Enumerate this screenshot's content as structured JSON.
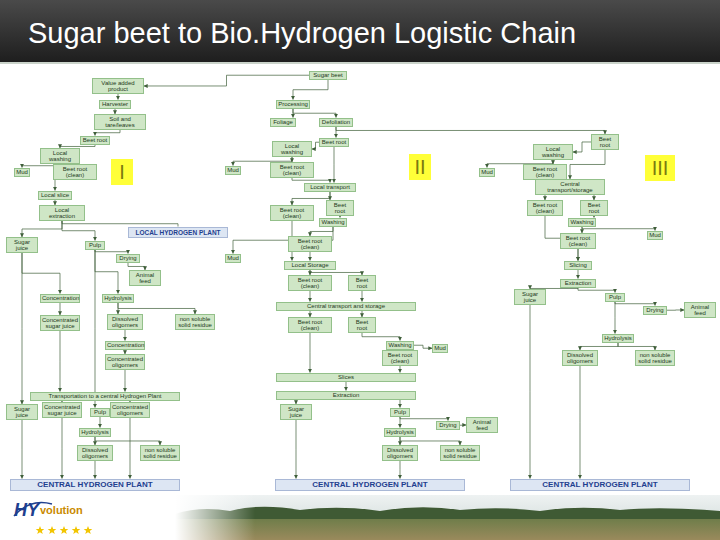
{
  "diagram": {
    "title": "Sugar beet to Bio.Hydrogen Logistic Chain",
    "nodes": [
      {
        "text": [
          "Sugar beet"
        ]
      },
      {
        "text": [
          "Value added product"
        ]
      },
      {
        "text": [
          "Harvester"
        ]
      },
      {
        "text": [
          "Processing"
        ]
      },
      {
        "text": [
          "Soil and tare/leaves"
        ]
      },
      {
        "text": [
          "Foliage"
        ]
      },
      {
        "text": [
          "Defoliation"
        ]
      },
      {
        "text": [
          "Beet root"
        ]
      },
      {
        "text": [
          "Local washing"
        ]
      },
      {
        "text": [
          "Mud"
        ]
      },
      {
        "text": [
          "Beet root (clean)"
        ]
      },
      {
        "text": [
          "Local slice"
        ]
      },
      {
        "text": [
          "Local extraction"
        ]
      },
      {
        "text": [
          "LOCAL HYDROGEN PLANT"
        ]
      },
      {
        "text": [
          "Sugar juice"
        ]
      },
      {
        "text": [
          "Pulp"
        ]
      },
      {
        "text": [
          "Drying"
        ]
      },
      {
        "text": [
          "Animal feed"
        ]
      },
      {
        "text": [
          "Concentration"
        ]
      },
      {
        "text": [
          "Hydrolysis"
        ]
      },
      {
        "text": [
          "Concentrated sugar juice"
        ]
      },
      {
        "text": [
          "Dissolved oligomers"
        ]
      },
      {
        "text": [
          "non soluble solid residue"
        ]
      },
      {
        "text": [
          "Concentration"
        ]
      },
      {
        "text": [
          "Concentrated oligomers"
        ]
      },
      {
        "text": [
          "Transportation to a central Hydrogen Plant"
        ]
      },
      {
        "text": [
          "Sugar juice"
        ]
      },
      {
        "text": [
          "Concentrated sugar juice"
        ]
      },
      {
        "text": [
          "Pulp"
        ]
      },
      {
        "text": [
          "Concentrated oligomers"
        ]
      },
      {
        "text": [
          "Hydrolysis"
        ]
      },
      {
        "text": [
          "Dissolved oligomers"
        ]
      },
      {
        "text": [
          "non soluble solid residue"
        ]
      },
      {
        "text": [
          "CENTRAL HYDROGEN PLANT"
        ]
      },
      {
        "text": [
          "Beet root"
        ]
      },
      {
        "text": [
          "Local washing"
        ]
      },
      {
        "text": [
          "Mud"
        ]
      },
      {
        "text": [
          "Beet root (clean)"
        ]
      },
      {
        "text": [
          "Local transport"
        ]
      },
      {
        "text": [
          "Beet root (clean)"
        ]
      },
      {
        "text": [
          "Beet root"
        ]
      },
      {
        "text": [
          "Washing"
        ]
      },
      {
        "text": [
          "Mud"
        ]
      },
      {
        "text": [
          "Beet root (clean)"
        ]
      },
      {
        "text": [
          "Local Storage"
        ]
      },
      {
        "text": [
          "Beet root (clean)"
        ]
      },
      {
        "text": [
          "Beet root"
        ]
      },
      {
        "text": [
          "Central transport and storage"
        ]
      },
      {
        "text": [
          "Beet root (clean)"
        ]
      },
      {
        "text": [
          "Beet root"
        ]
      },
      {
        "text": [
          "Washing"
        ]
      },
      {
        "text": [
          "Mud"
        ]
      },
      {
        "text": [
          "Beet root (clean)"
        ]
      },
      {
        "text": [
          "Slices"
        ]
      },
      {
        "text": [
          "Extraction"
        ]
      },
      {
        "text": [
          "Sugar juice"
        ]
      },
      {
        "text": [
          "Pulp"
        ]
      },
      {
        "text": [
          "Drying"
        ]
      },
      {
        "text": [
          "Animal feed"
        ]
      },
      {
        "text": [
          "Hydrolysis"
        ]
      },
      {
        "text": [
          "Dissolved oligomers"
        ]
      },
      {
        "text": [
          "non soluble solid residue"
        ]
      },
      {
        "text": [
          "CENTRAL HYDROGEN PLANT"
        ]
      },
      {
        "text": [
          "Beet root"
        ]
      },
      {
        "text": [
          "Local washing"
        ]
      },
      {
        "text": [
          "Mud"
        ]
      },
      {
        "text": [
          "Beet root (clean)"
        ]
      },
      {
        "text": [
          "Central transport/storage"
        ]
      },
      {
        "text": [
          "Beet root (clean)"
        ]
      },
      {
        "text": [
          "Beet root"
        ]
      },
      {
        "text": [
          "Washing"
        ]
      },
      {
        "text": [
          "Mud"
        ]
      },
      {
        "text": [
          "Beet root (clean)"
        ]
      },
      {
        "text": [
          "Slicing"
        ]
      },
      {
        "text": [
          "Extraction"
        ]
      },
      {
        "text": [
          "Sugar juice"
        ]
      },
      {
        "text": [
          "Pulp"
        ]
      },
      {
        "text": [
          "Drying"
        ]
      },
      {
        "text": [
          "Animal feed"
        ]
      },
      {
        "text": [
          "Hydrolysis"
        ]
      },
      {
        "text": [
          "Dissolved oligomers"
        ]
      },
      {
        "text": [
          "non soluble solid residue"
        ]
      },
      {
        "text": [
          "CENTRAL HYDROGEN PLANT"
        ]
      },
      {
        "text": [
          "I"
        ]
      },
      {
        "text": [
          "II"
        ]
      },
      {
        "text": [
          "III"
        ]
      }
    ],
    "edges": [
      {
        "from": 0,
        "to": 1,
        "arrow": "to"
      },
      {
        "from": 0,
        "to": 3,
        "arrow": "to"
      },
      {
        "from": 1,
        "to": 2,
        "arrow": "to"
      },
      {
        "from": 2,
        "to": 4,
        "arrow": "to"
      },
      {
        "from": 3,
        "to": 5,
        "arrow": "to"
      },
      {
        "from": 3,
        "to": 6,
        "arrow": "to"
      },
      {
        "from": 4,
        "to": 7,
        "arrow": "to"
      },
      {
        "from": 6,
        "to": 34,
        "arrow": "to"
      },
      {
        "from": 6,
        "to": 63,
        "arrow": "to"
      },
      {
        "from": 7,
        "to": 8,
        "arrow": "to"
      },
      {
        "from": 8,
        "to": 9,
        "arrow": "to"
      },
      {
        "from": 8,
        "to": 10,
        "arrow": "to"
      },
      {
        "from": 10,
        "to": 11,
        "arrow": "to"
      },
      {
        "from": 11,
        "to": 12,
        "arrow": "to"
      },
      {
        "from": 12,
        "to": 13,
        "arrow": "none"
      },
      {
        "from": 12,
        "to": 14,
        "arrow": "to"
      },
      {
        "from": 12,
        "to": 15,
        "arrow": "to"
      },
      {
        "from": 15,
        "to": 16,
        "arrow": "to"
      },
      {
        "from": 16,
        "to": 17,
        "arrow": "to"
      },
      {
        "from": 15,
        "to": 19,
        "arrow": "to"
      },
      {
        "from": 14,
        "to": 18,
        "arrow": "to"
      },
      {
        "from": 18,
        "to": 20,
        "arrow": "to"
      },
      {
        "from": 19,
        "to": 21,
        "arrow": "to"
      },
      {
        "from": 19,
        "to": 22,
        "arrow": "to"
      },
      {
        "from": 21,
        "to": 23,
        "arrow": "to"
      },
      {
        "from": 23,
        "to": 24,
        "arrow": "to"
      },
      {
        "from": 20,
        "to": 25,
        "arrow": "to"
      },
      {
        "from": 24,
        "to": 25,
        "arrow": "to"
      },
      {
        "from": 14,
        "to": 26,
        "arrow": "to"
      },
      {
        "from": 25,
        "to": 27,
        "arrow": "to"
      },
      {
        "from": 25,
        "to": 29,
        "arrow": "to"
      },
      {
        "from": 15,
        "to": 28,
        "arrow": "to"
      },
      {
        "from": 28,
        "to": 30,
        "arrow": "to"
      },
      {
        "from": 30,
        "to": 31,
        "arrow": "to"
      },
      {
        "from": 30,
        "to": 32,
        "arrow": "to"
      },
      {
        "from": 26,
        "to": 33,
        "arrow": "to"
      },
      {
        "from": 27,
        "to": 33,
        "arrow": "to"
      },
      {
        "from": 29,
        "to": 33,
        "arrow": "to"
      },
      {
        "from": 31,
        "to": 33,
        "arrow": "to"
      },
      {
        "from": 34,
        "to": 35,
        "arrow": "to"
      },
      {
        "from": 35,
        "to": 36,
        "arrow": "to"
      },
      {
        "from": 35,
        "to": 37,
        "arrow": "to"
      },
      {
        "from": 37,
        "to": 38,
        "arrow": "to"
      },
      {
        "from": 34,
        "to": 38,
        "arrow": "to"
      },
      {
        "from": 38,
        "to": 39,
        "arrow": "to"
      },
      {
        "from": 38,
        "to": 40,
        "arrow": "to"
      },
      {
        "from": 40,
        "to": 41,
        "arrow": "to"
      },
      {
        "from": 41,
        "to": 42,
        "arrow": "to"
      },
      {
        "from": 41,
        "to": 43,
        "arrow": "to"
      },
      {
        "from": 39,
        "to": 44,
        "arrow": "to"
      },
      {
        "from": 43,
        "to": 44,
        "arrow": "to"
      },
      {
        "from": 44,
        "to": 45,
        "arrow": "to"
      },
      {
        "from": 44,
        "to": 46,
        "arrow": "to"
      },
      {
        "from": 45,
        "to": 47,
        "arrow": "to"
      },
      {
        "from": 46,
        "to": 47,
        "arrow": "to"
      },
      {
        "from": 47,
        "to": 48,
        "arrow": "to"
      },
      {
        "from": 47,
        "to": 49,
        "arrow": "to"
      },
      {
        "from": 49,
        "to": 50,
        "arrow": "to"
      },
      {
        "from": 50,
        "to": 51,
        "arrow": "to"
      },
      {
        "from": 50,
        "to": 52,
        "arrow": "to"
      },
      {
        "from": 48,
        "to": 53,
        "arrow": "to"
      },
      {
        "from": 52,
        "to": 53,
        "arrow": "to"
      },
      {
        "from": 53,
        "to": 54,
        "arrow": "to"
      },
      {
        "from": 54,
        "to": 55,
        "arrow": "to"
      },
      {
        "from": 54,
        "to": 56,
        "arrow": "to"
      },
      {
        "from": 56,
        "to": 57,
        "arrow": "to"
      },
      {
        "from": 57,
        "to": 58,
        "arrow": "to"
      },
      {
        "from": 56,
        "to": 59,
        "arrow": "to"
      },
      {
        "from": 59,
        "to": 60,
        "arrow": "to"
      },
      {
        "from": 59,
        "to": 61,
        "arrow": "to"
      },
      {
        "from": 55,
        "to": 62,
        "arrow": "to"
      },
      {
        "from": 60,
        "to": 62,
        "arrow": "to"
      },
      {
        "from": 63,
        "to": 64,
        "arrow": "to"
      },
      {
        "from": 64,
        "to": 65,
        "arrow": "to"
      },
      {
        "from": 64,
        "to": 66,
        "arrow": "to"
      },
      {
        "from": 66,
        "to": 67,
        "arrow": "to"
      },
      {
        "from": 63,
        "to": 67,
        "arrow": "to"
      },
      {
        "from": 67,
        "to": 68,
        "arrow": "to"
      },
      {
        "from": 67,
        "to": 69,
        "arrow": "to"
      },
      {
        "from": 69,
        "to": 70,
        "arrow": "to"
      },
      {
        "from": 70,
        "to": 71,
        "arrow": "to"
      },
      {
        "from": 70,
        "to": 72,
        "arrow": "to"
      },
      {
        "from": 68,
        "to": 73,
        "arrow": "to"
      },
      {
        "from": 72,
        "to": 73,
        "arrow": "to"
      },
      {
        "from": 73,
        "to": 74,
        "arrow": "to"
      },
      {
        "from": 74,
        "to": 75,
        "arrow": "to"
      },
      {
        "from": 74,
        "to": 76,
        "arrow": "to"
      },
      {
        "from": 76,
        "to": 77,
        "arrow": "to"
      },
      {
        "from": 77,
        "to": 78,
        "arrow": "to"
      },
      {
        "from": 76,
        "to": 79,
        "arrow": "to"
      },
      {
        "from": 79,
        "to": 80,
        "arrow": "to"
      },
      {
        "from": 79,
        "to": 81,
        "arrow": "to"
      },
      {
        "from": 75,
        "to": 82,
        "arrow": "to"
      },
      {
        "from": 80,
        "to": 82,
        "arrow": "to"
      }
    ],
    "labels": [
      "HY",
      "volution"
    ]
  }
}
